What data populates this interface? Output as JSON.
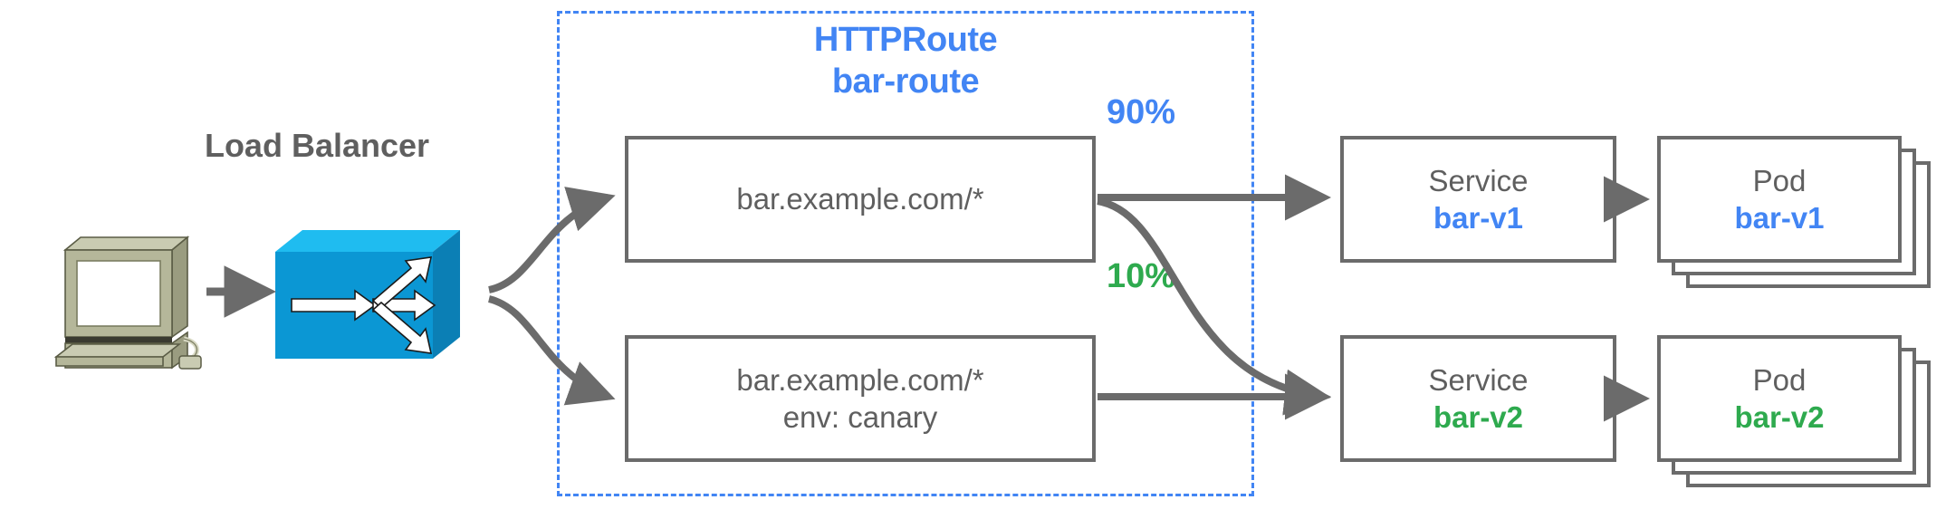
{
  "diagram": {
    "title_line1": "HTTPRoute",
    "title_line2": "bar-route",
    "accent_blue": "#4285f4",
    "accent_green": "#2eaa4e",
    "box_gray": "#6b6b6b",
    "text_gray": "#5f5f5f",
    "switch_blue": "#0b97d4",
    "computer_beige": "#b5b79a"
  },
  "client": {
    "icon": "desktop-computer-icon"
  },
  "load_balancer": {
    "label": "Load Balancer",
    "icon": "network-switch-icon"
  },
  "routes": [
    {
      "id": "route-default",
      "line1": "bar.example.com/*",
      "line2": ""
    },
    {
      "id": "route-canary",
      "line1": "bar.example.com/*",
      "line2": "env: canary"
    }
  ],
  "weights": [
    {
      "id": "weight-90",
      "label": "90%",
      "color": "#4285f4"
    },
    {
      "id": "weight-10",
      "label": "10%",
      "color": "#2eaa4e"
    }
  ],
  "services": [
    {
      "id": "service-bar-v1",
      "kind": "Service",
      "name": "bar-v1",
      "color": "#4285f4"
    },
    {
      "id": "service-bar-v2",
      "kind": "Service",
      "name": "bar-v2",
      "color": "#2eaa4e"
    }
  ],
  "pods": [
    {
      "id": "pod-bar-v1",
      "kind": "Pod",
      "name": "bar-v1",
      "color": "#4285f4",
      "replicas": 3
    },
    {
      "id": "pod-bar-v2",
      "kind": "Pod",
      "name": "bar-v2",
      "color": "#2eaa4e",
      "replicas": 3
    }
  ]
}
